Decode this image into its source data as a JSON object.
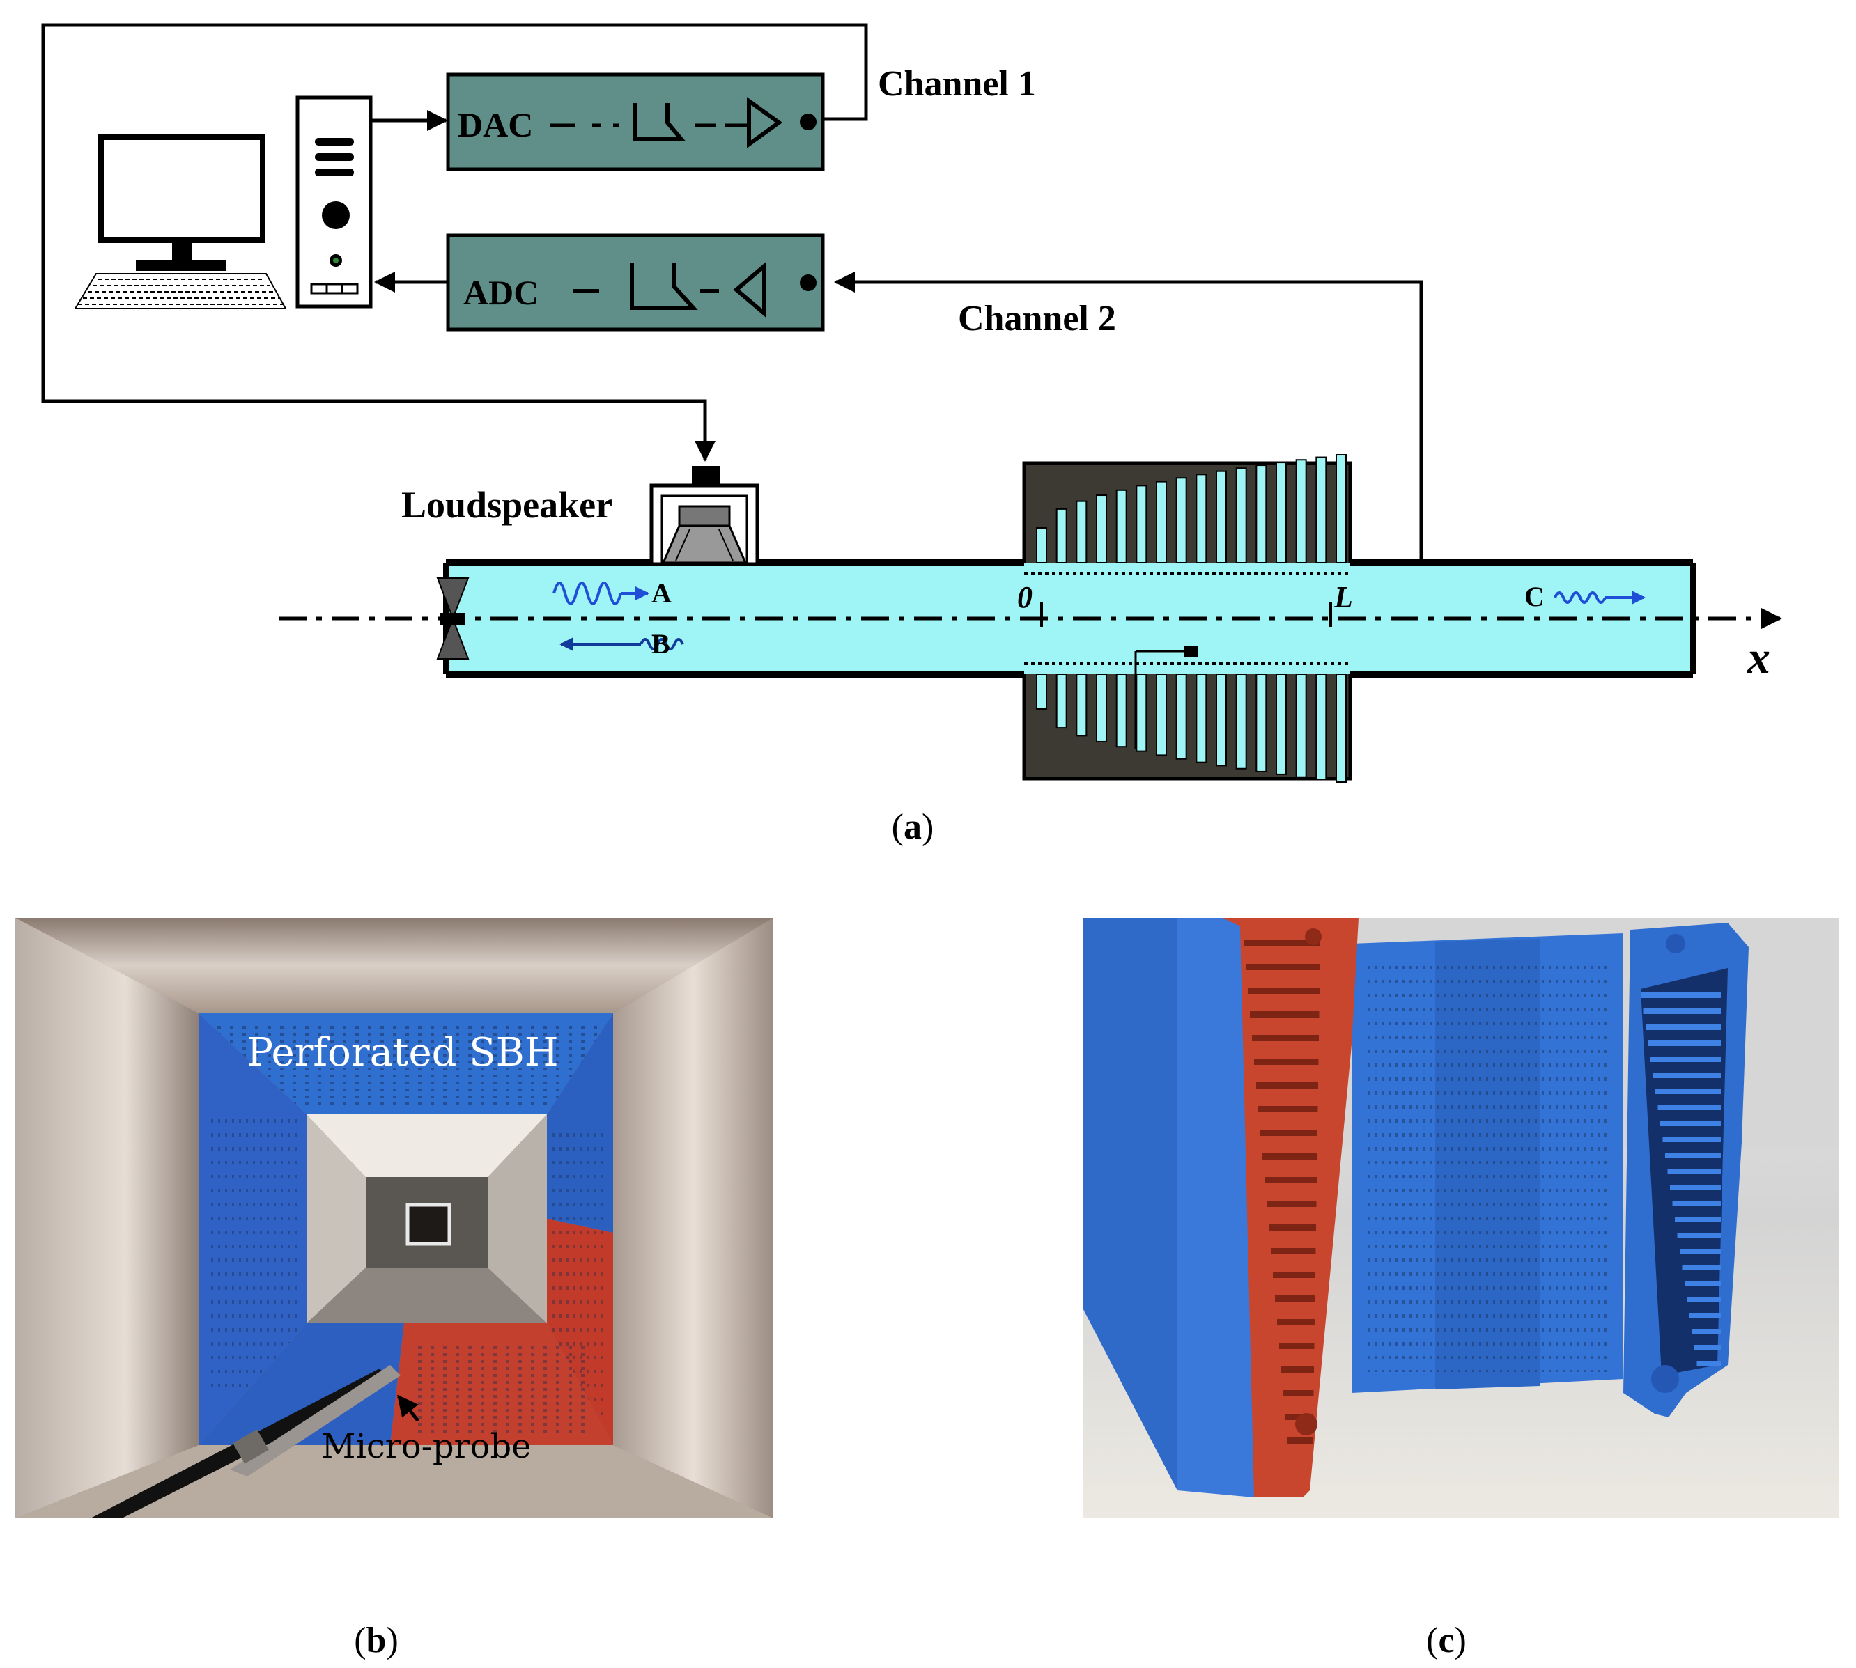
{
  "panel_a": {
    "caption_open": "(",
    "caption_letter": "a",
    "caption_close": ")",
    "channel_1": "Channel 1",
    "channel_2": "Channel 2",
    "dac_label": "DAC",
    "adc_label": "ADC",
    "loudspeaker": "Loudspeaker",
    "point_a": "A",
    "point_b": "B",
    "point_c": "C",
    "origin": "0",
    "length": "L",
    "axis": "x"
  },
  "panel_b": {
    "caption_open": "(",
    "caption_letter": "b",
    "caption_close": ")",
    "label_sbh": "Perforated SBH",
    "label_probe": "Micro-probe"
  },
  "panel_c": {
    "caption_open": "(",
    "caption_letter": "c",
    "caption_close": ")"
  },
  "colors": {
    "duct_fill": "#9ff5f5",
    "box_fill": "#5f8f88",
    "sbh_fill": "#3d3a33",
    "wave_blue": "#1f4fd6",
    "photo_blue": "#2f6fd0",
    "photo_red": "#c9462e"
  }
}
